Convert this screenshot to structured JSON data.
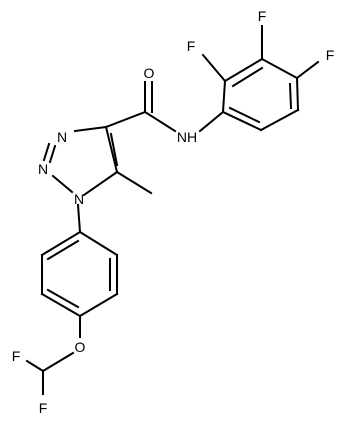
{
  "atoms": {
    "N1": "N",
    "N2": "N",
    "N3": "N",
    "O_amide": "O",
    "NH": "NH",
    "F_ortho": "F",
    "F_meta": "F",
    "F_para": "F",
    "O_ether": "O",
    "F_a": "F",
    "F_b": "F"
  }
}
